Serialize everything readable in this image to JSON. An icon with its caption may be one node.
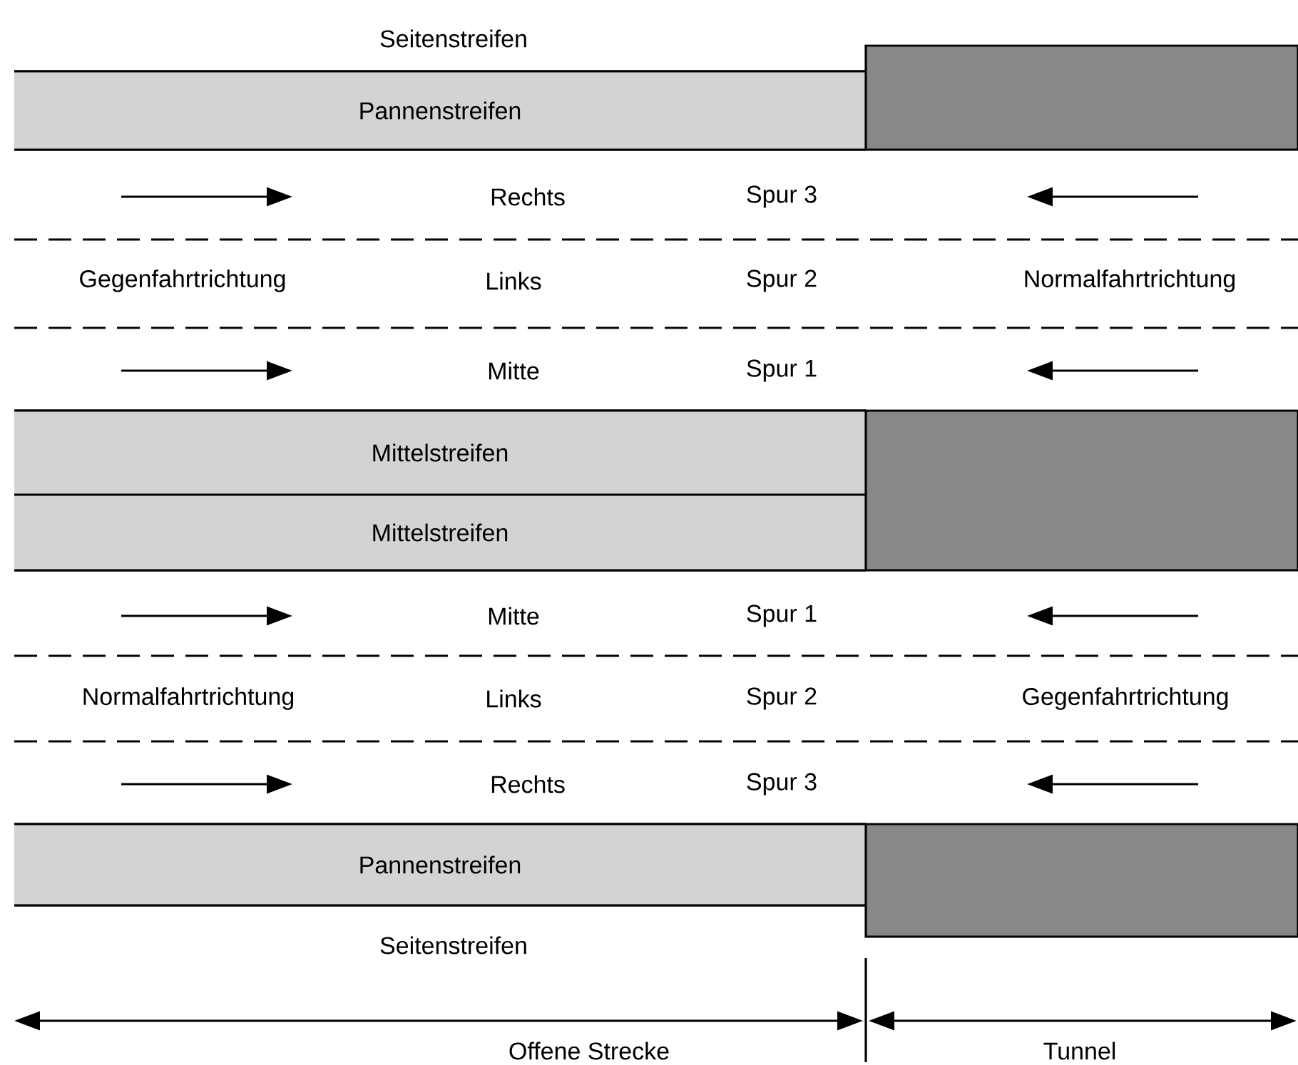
{
  "diagram": {
    "nodes": [
      {
        "text": [
          "Pannenstreifen"
        ]
      },
      {
        "text": [],
        "shape": "box"
      },
      {
        "text": [
          "Mittelstreifen"
        ]
      },
      {
        "text": [
          "Mittelstreifen"
        ]
      },
      {
        "text": [],
        "shape": "box"
      },
      {
        "text": [
          "Pannenstreifen"
        ]
      },
      {
        "text": [],
        "shape": "box"
      }
    ],
    "labels": [
      "Seitenstreifen",
      "Rechts",
      "Spur 3",
      "Gegenfahrtrichtung",
      "Links",
      "Spur 2",
      "Normalfahrtrichtung",
      "Mitte",
      "Spur 1",
      "Mitte",
      "Spur 1",
      "Normalfahrtrichtung",
      "Links",
      "Spur 2",
      "Gegenfahrtrichtung",
      "Rechts",
      "Spur 3",
      "Seitenstreifen",
      "Offene Strecke",
      "Tunnel"
    ]
  }
}
